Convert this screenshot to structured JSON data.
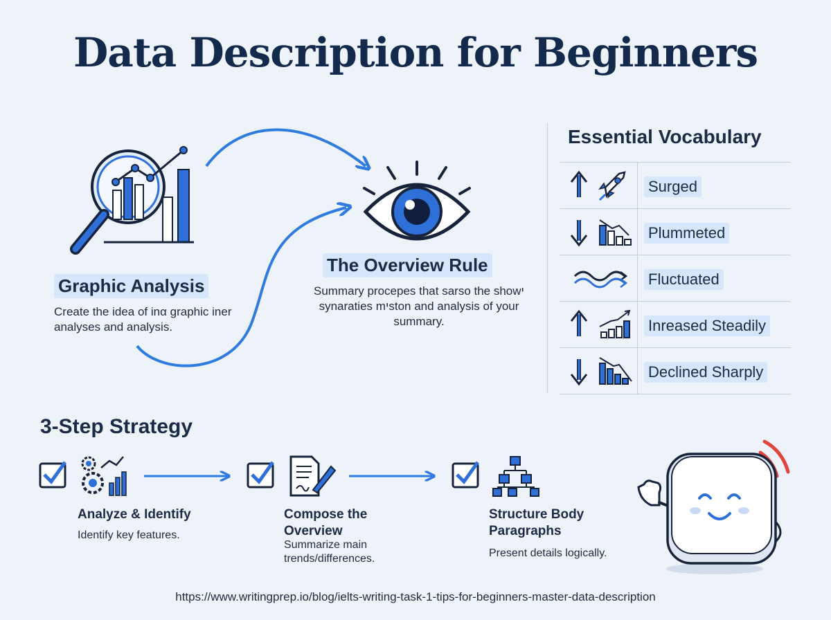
{
  "title": "Data Description for Beginners",
  "graphic_analysis": {
    "title": "Graphic Analysis",
    "description": "Create the idea of inα graphic iner analyses and analysis."
  },
  "overview_rule": {
    "title": "The Overview Rule",
    "description": "Summary procepes that sarso the showי synaraties mיston and analysis of your summary."
  },
  "vocabulary": {
    "title": "Essential Vocabulary",
    "items": [
      {
        "label": "Surged",
        "icon": "up-arrow-icon rocket-icon"
      },
      {
        "label": "Plummeted",
        "icon": "down-arrow-icon falling-chart-icon"
      },
      {
        "label": "Fluctuated",
        "icon": "wave-arrows-icon"
      },
      {
        "label": "Inreased Steadily",
        "icon": "up-arrow-icon rising-chart-icon"
      },
      {
        "label": "Declined Sharply",
        "icon": "down-arrow-icon declining-chart-icon"
      }
    ]
  },
  "strategy": {
    "title": "3-Step Strategy",
    "steps": [
      {
        "title": "Analyze & Identify",
        "description": "Identify key features."
      },
      {
        "title": "Compose the Overview",
        "description": "Summarize main trends/differences."
      },
      {
        "title": "Structure Body Paragraphs",
        "description": "Present details logically."
      }
    ]
  },
  "footer_url": "https://www.writingprep.io/blog/ielts-writing-task-1-tips-for-beginners-master-data-description",
  "colors": {
    "background": "#eef3fa",
    "accent": "#2f6fd8",
    "heading": "#142a4c",
    "highlight": "#d6e6fb",
    "signal": "#e0463e"
  }
}
